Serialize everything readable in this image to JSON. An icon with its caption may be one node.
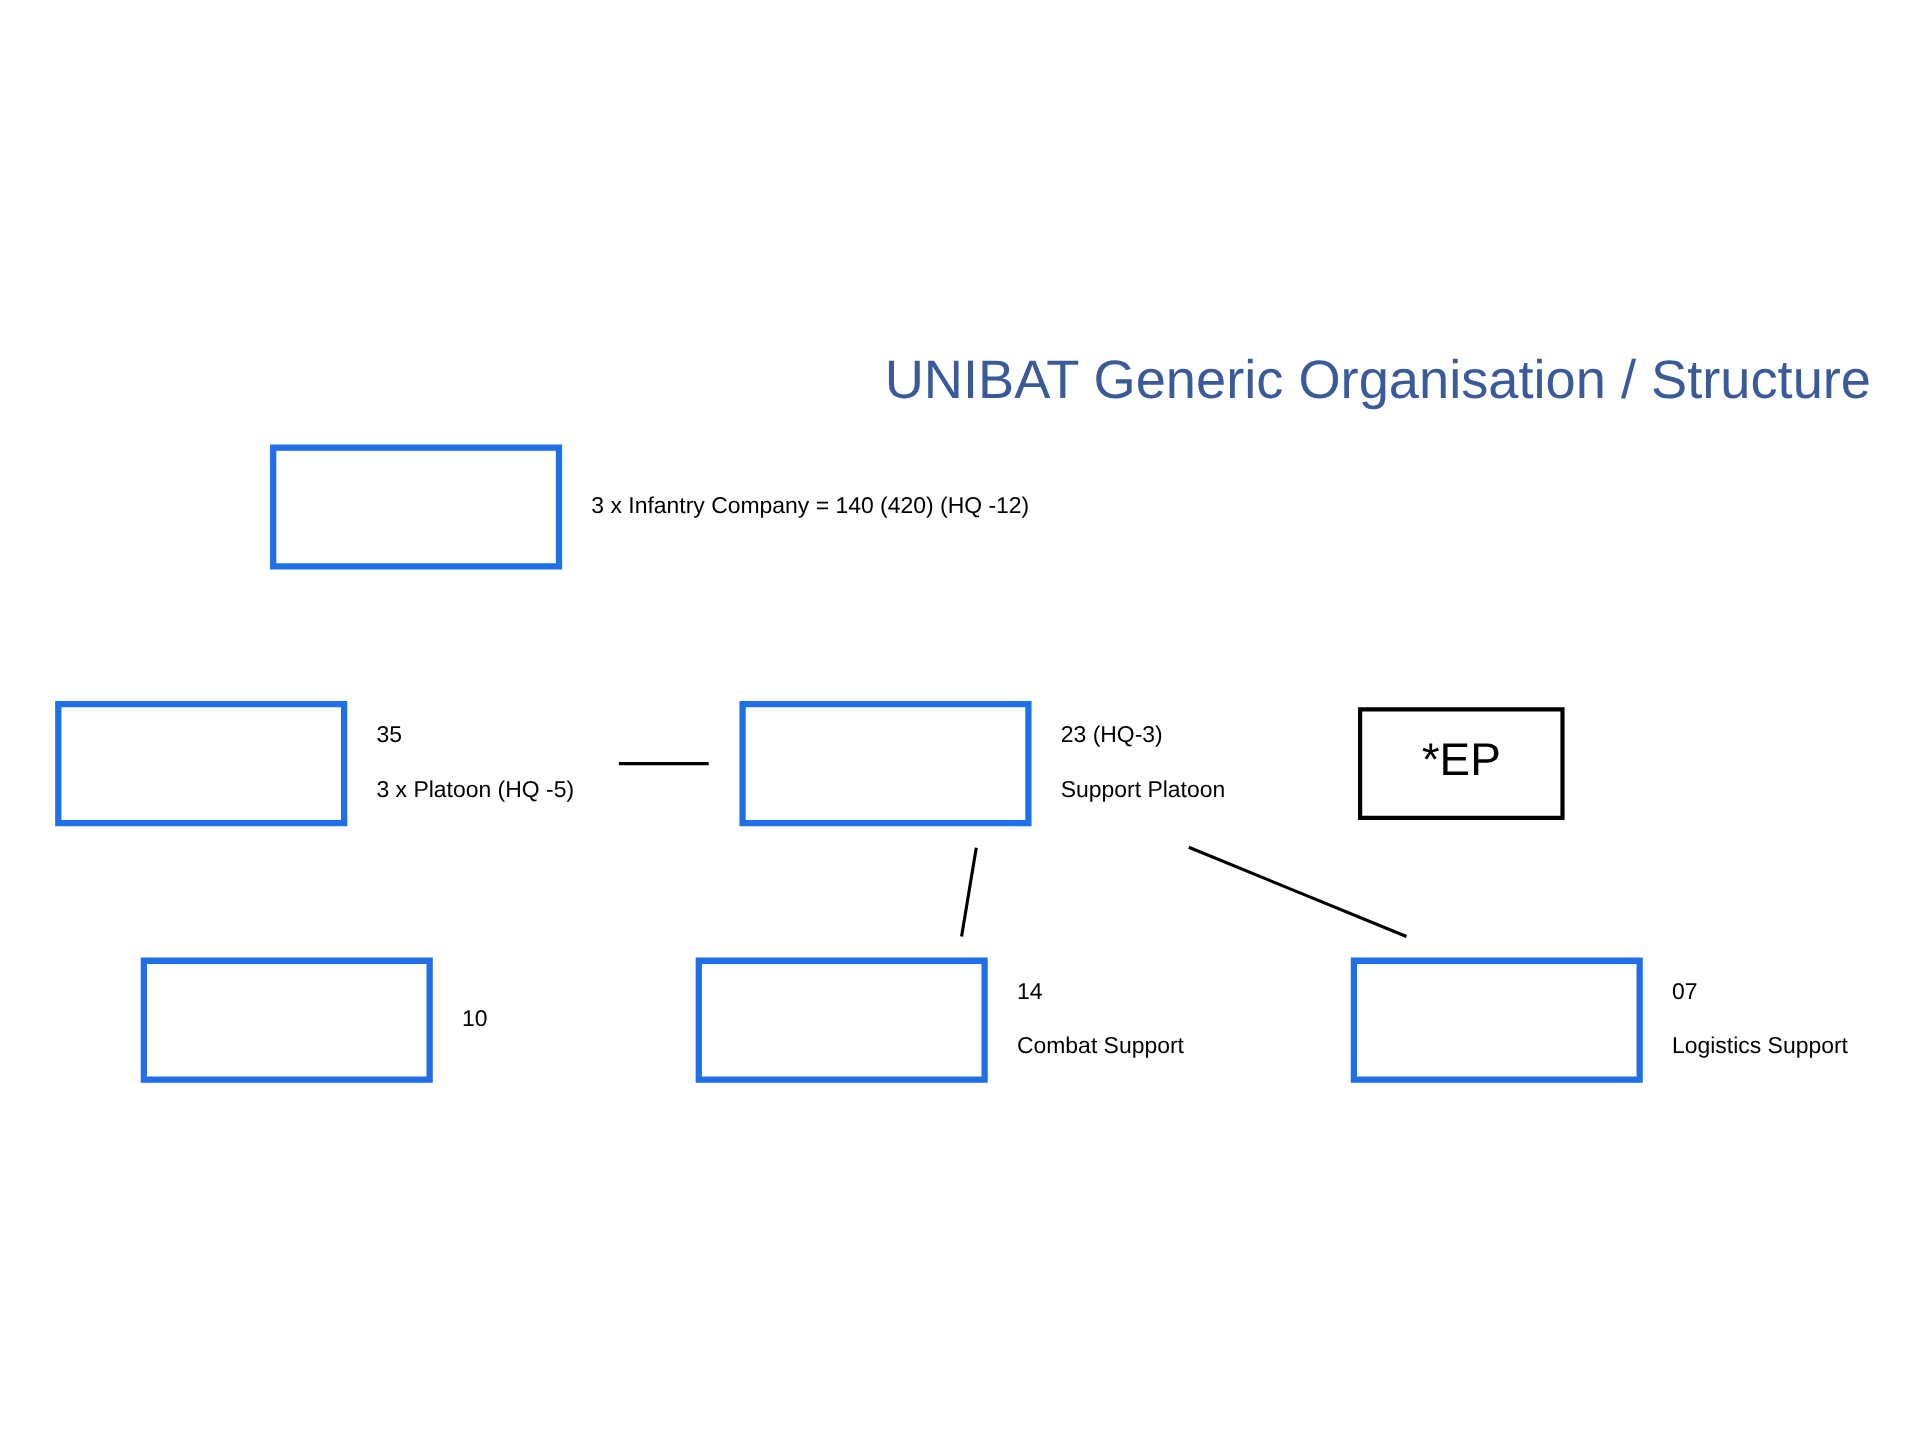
{
  "diagram": {
    "title": "UNIBAT Generic Organisation / Structure",
    "nodes": [
      {
        "text": [],
        "shape": "box",
        "beside": [
          "3 x Infantry Company = 140 (420) (HQ -12)"
        ]
      },
      {
        "text": [],
        "shape": "box",
        "beside": [
          "35",
          "3 x Platoon (HQ -5)"
        ]
      },
      {
        "text": [],
        "shape": "box",
        "beside": [
          "23 (HQ-3)",
          "Support Platoon"
        ]
      },
      {
        "text": [
          "*EP"
        ]
      },
      {
        "text": [],
        "shape": "box",
        "beside": [
          "14",
          "Combat Support"
        ]
      },
      {
        "text": [],
        "shape": "box",
        "beside": [
          "07",
          "Logistics Support"
        ]
      },
      {
        "text": [],
        "shape": "box",
        "beside": [
          "10"
        ]
      }
    ],
    "edges": [
      {
        "from": 1,
        "to": 2,
        "arrow": "none"
      },
      {
        "from": 2,
        "to": 4,
        "arrow": "none"
      },
      {
        "from": 2,
        "to": 5,
        "arrow": "none"
      }
    ]
  }
}
